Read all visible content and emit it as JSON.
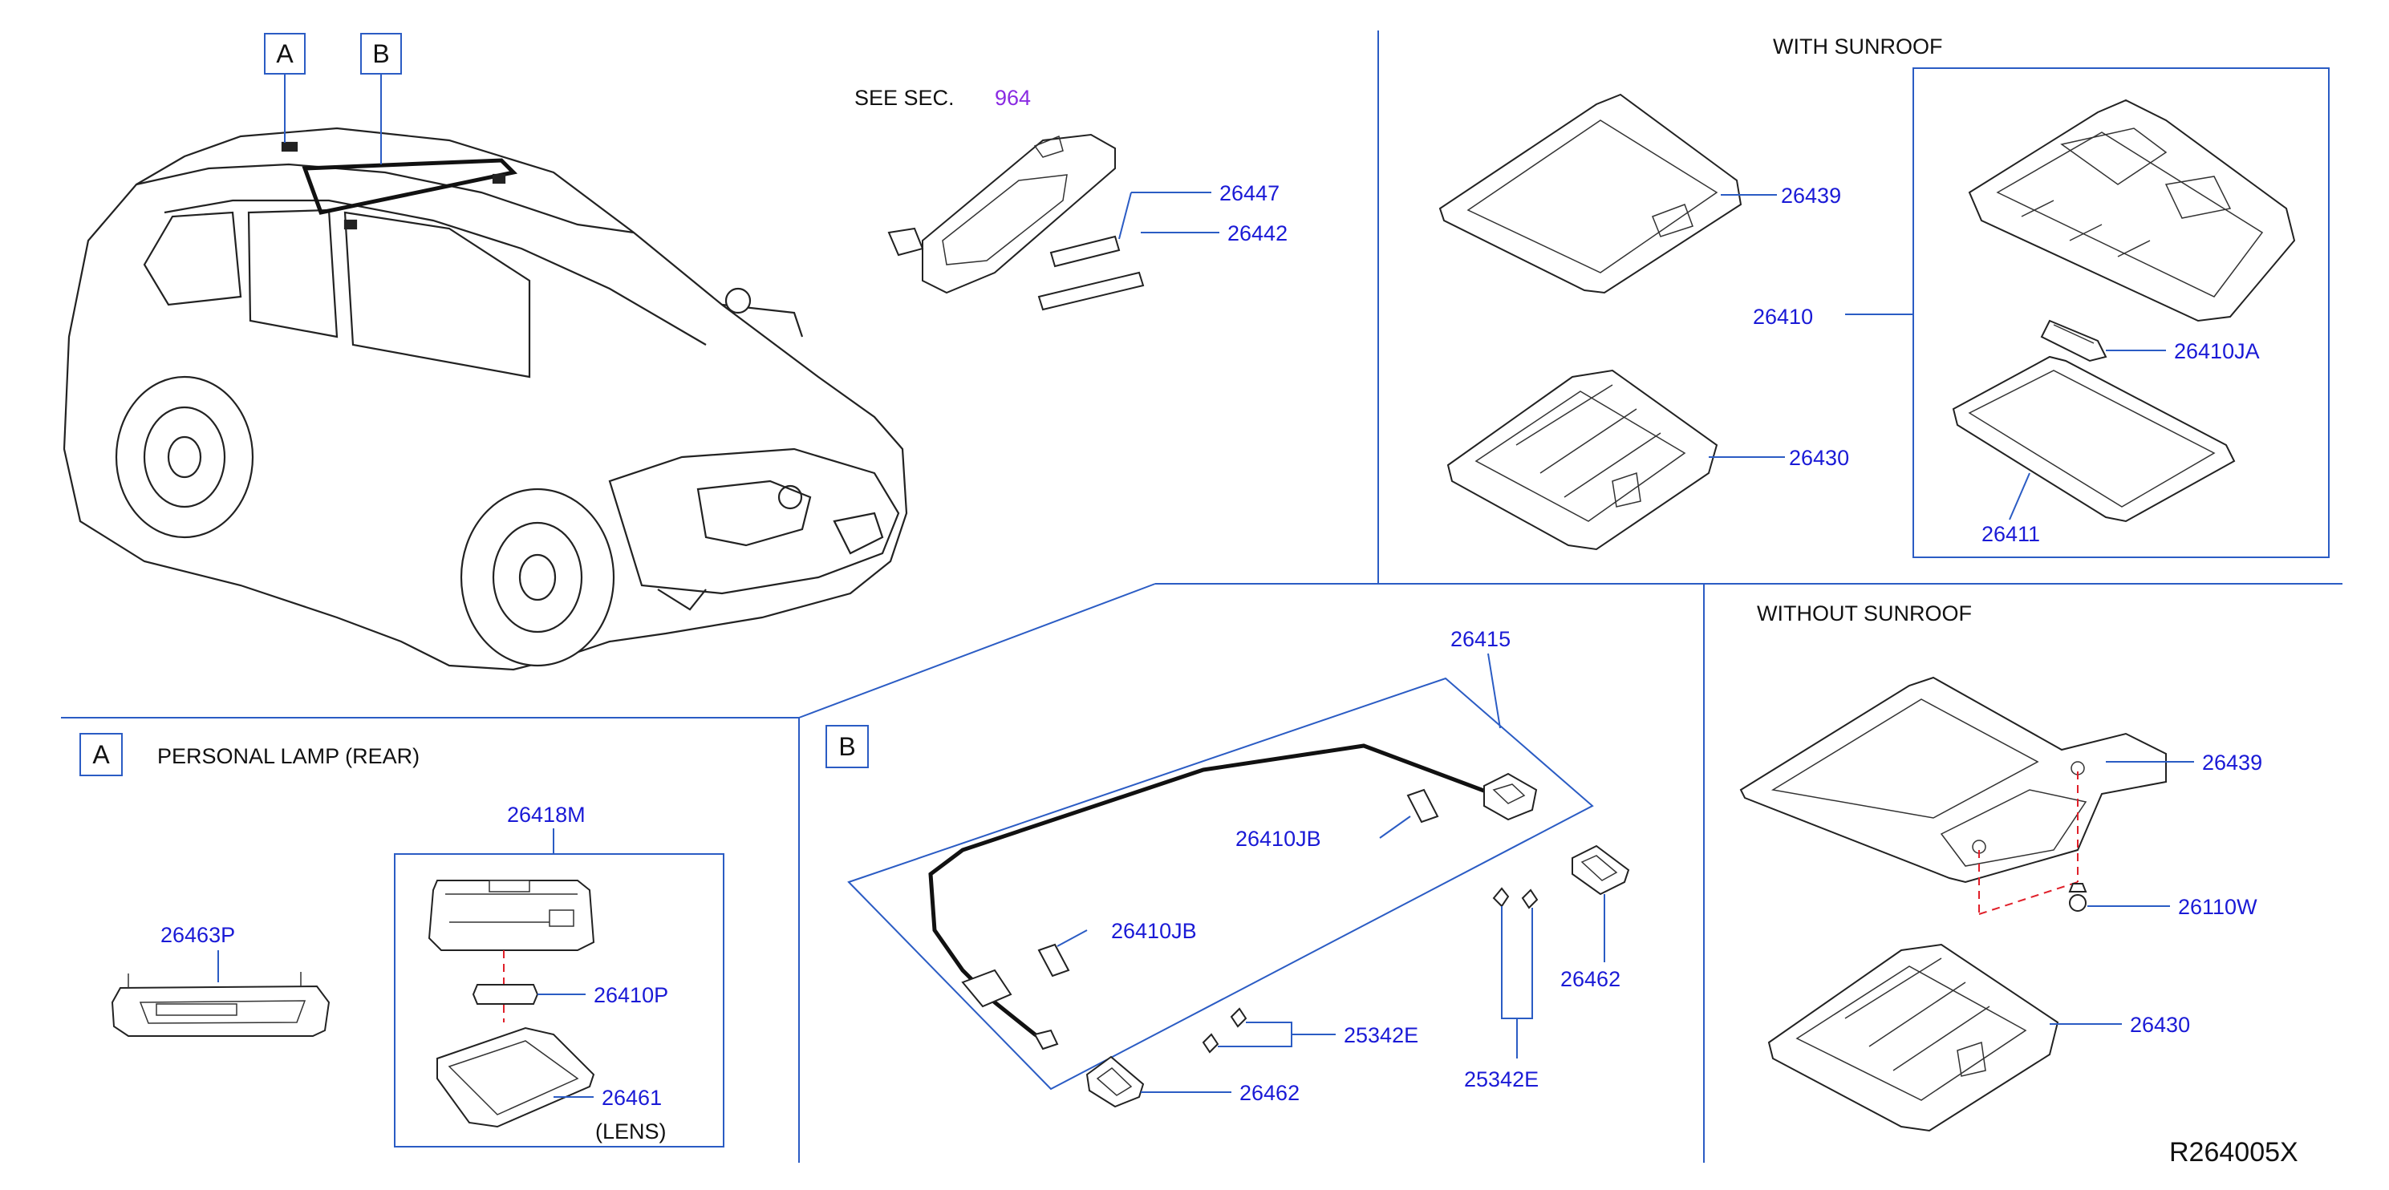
{
  "section_labels": {
    "with_sunroof": "WITH   SUNROOF",
    "without_sunroof": "WITHOUT   SUNROOF",
    "personal_lamp": "PERSONAL   LAMP   (REAR)",
    "see_sec_prefix": "SEE   SEC.",
    "see_sec_number": "964"
  },
  "detail_tags": {
    "a_top": "A",
    "b_top": "B",
    "a_panel": "A",
    "b_panel": "B"
  },
  "part_numbers": {
    "p26447": "26447",
    "p26442": "26442",
    "p26439_top": "26439",
    "p26410": "26410",
    "p26410JA": "26410JA",
    "p26430_top": "26430",
    "p26411": "26411",
    "p26415": "26415",
    "p26410JB_upper": "26410JB",
    "p26410JB_lower": "26410JB",
    "p26462_right": "26462",
    "p25342E_mid": "25342E",
    "p25342E_right": "25342E",
    "p26462_bottom": "26462",
    "p26418M": "26418M",
    "p26463P": "26463P",
    "p26410P": "26410P",
    "p26461": "26461",
    "lens_note": "(LENS)",
    "p26439_bottom": "26439",
    "p26110W": "26110W",
    "p26430_bottom": "26430"
  },
  "reference_code": "R264005X",
  "colors": {
    "part_number": "#1a1ad6",
    "section_text": "#111111",
    "see_sec_number": "#8a2be2",
    "leader_lines": "#2b5cc4",
    "alignment_dashes": "#e0202a"
  }
}
